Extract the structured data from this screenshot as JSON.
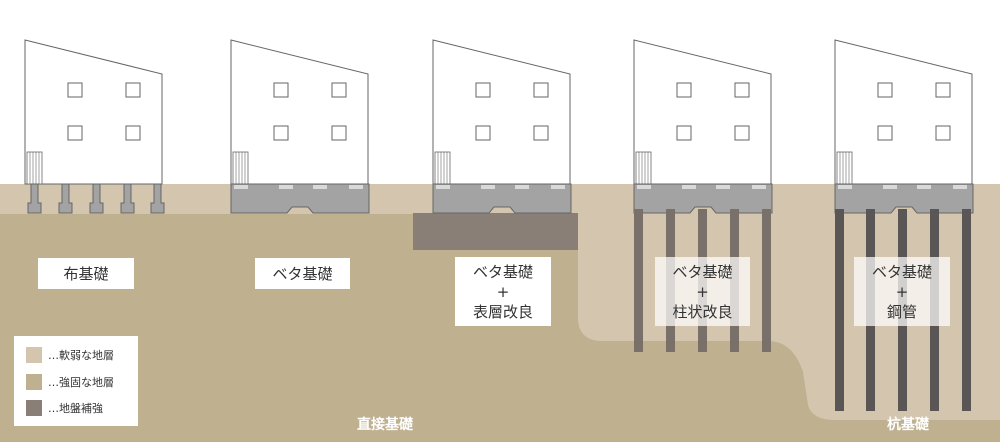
{
  "colors": {
    "weak_layer": "#d4c6ae",
    "strong_layer": "#bfb090",
    "improvement": "#8a7f77",
    "foundation": "#a3a3a3",
    "foundation_stroke": "#666666",
    "column_pile": "#7a706a",
    "steel_pile": "#5a5655",
    "house_stroke": "#666666"
  },
  "labels": {
    "fuki": "布基礎",
    "beta": "ベタ基礎",
    "beta_surface": [
      "ベタ基礎",
      "+",
      "表層改良"
    ],
    "beta_column": [
      "ベタ基礎",
      "+",
      "柱状改良"
    ],
    "beta_steel": [
      "ベタ基礎",
      "+",
      "鋼管"
    ]
  },
  "legend": {
    "items": [
      {
        "label": "…軟弱な地層",
        "color": "#d4c6ae"
      },
      {
        "label": "…強固な地層",
        "color": "#bfb090"
      },
      {
        "label": "…地盤補強",
        "color": "#8a7f77"
      }
    ]
  },
  "categories": {
    "direct": "直接基礎",
    "pile": "杭基礎"
  }
}
